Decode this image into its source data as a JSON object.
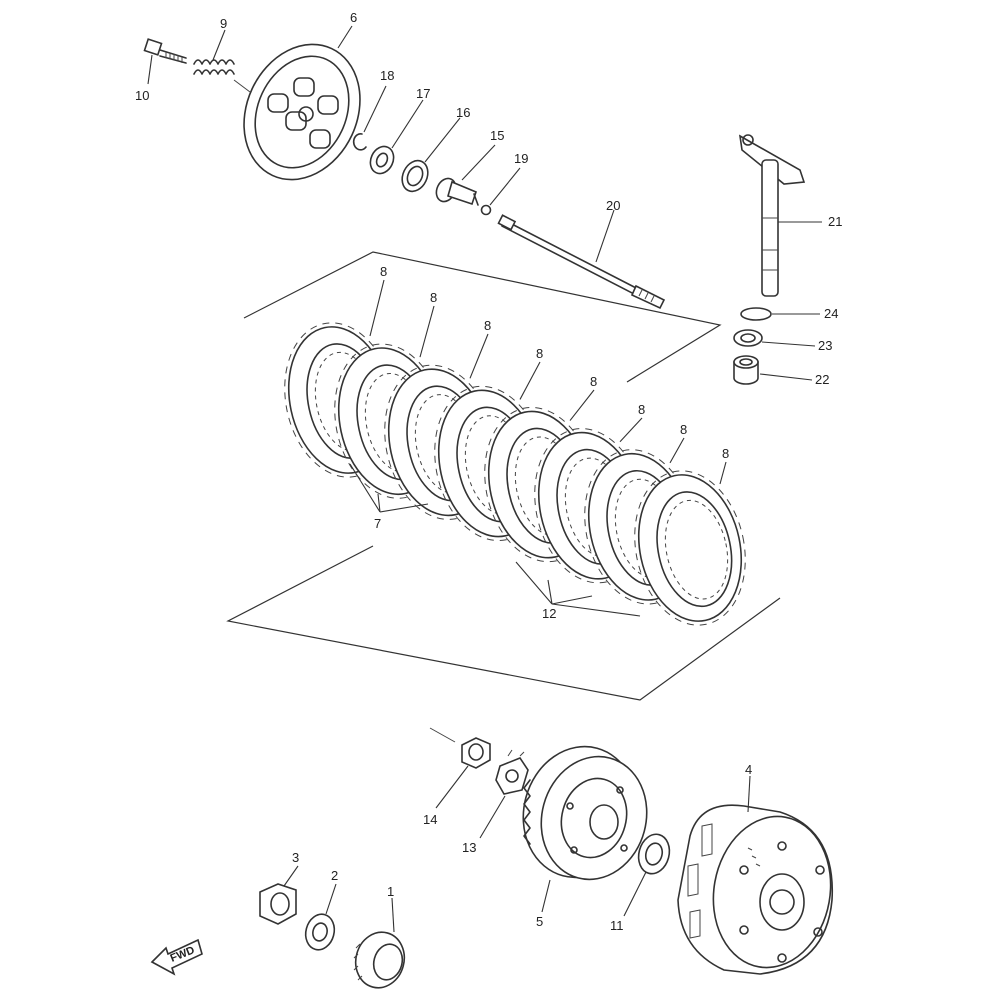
{
  "diagram": {
    "callouts": {
      "p1": "1",
      "p2": "2",
      "p3": "3",
      "p4": "4",
      "p5": "5",
      "p6": "6",
      "p7": "7",
      "p8": "8",
      "p9": "9",
      "p10": "10",
      "p11": "11",
      "p12": "12",
      "p13": "13",
      "p14": "14",
      "p15": "15",
      "p16": "16",
      "p17": "17",
      "p18": "18",
      "p19": "19",
      "p20": "20",
      "p21": "21",
      "p22": "22",
      "p23": "23",
      "p24": "24"
    },
    "fwd_label": "FWD"
  }
}
